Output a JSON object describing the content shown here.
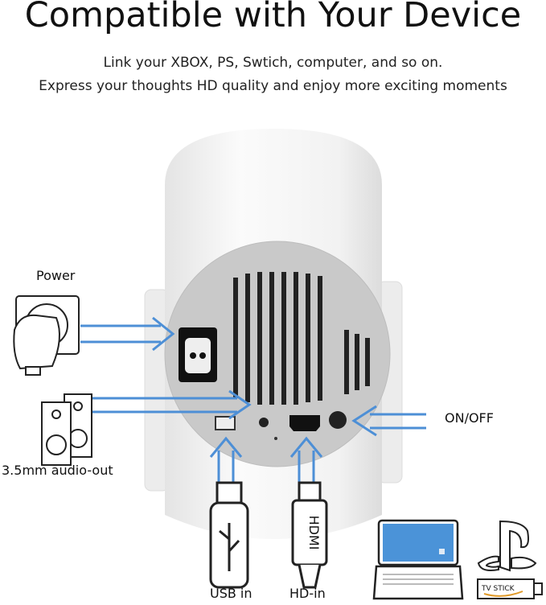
{
  "title": "Compatible with Your Device",
  "subtitle_lines": [
    "Link your XBOX, PS, Swtich, computer,  and so on.",
    "Express your thoughts HD quality and enjoy more exciting moments"
  ],
  "labels": {
    "power": "Power",
    "on_off": "ON/OFF",
    "audio": "3.5mm audio-out",
    "usb": "USB in",
    "hdmi_in": "HD-in",
    "hdmi_plug": "HDMI",
    "tv_stick": "TV STICK"
  },
  "colors": {
    "arrow": "#4d8fd6",
    "plate": "#c9c9c9",
    "laptop_screen": "#4b93d8"
  }
}
